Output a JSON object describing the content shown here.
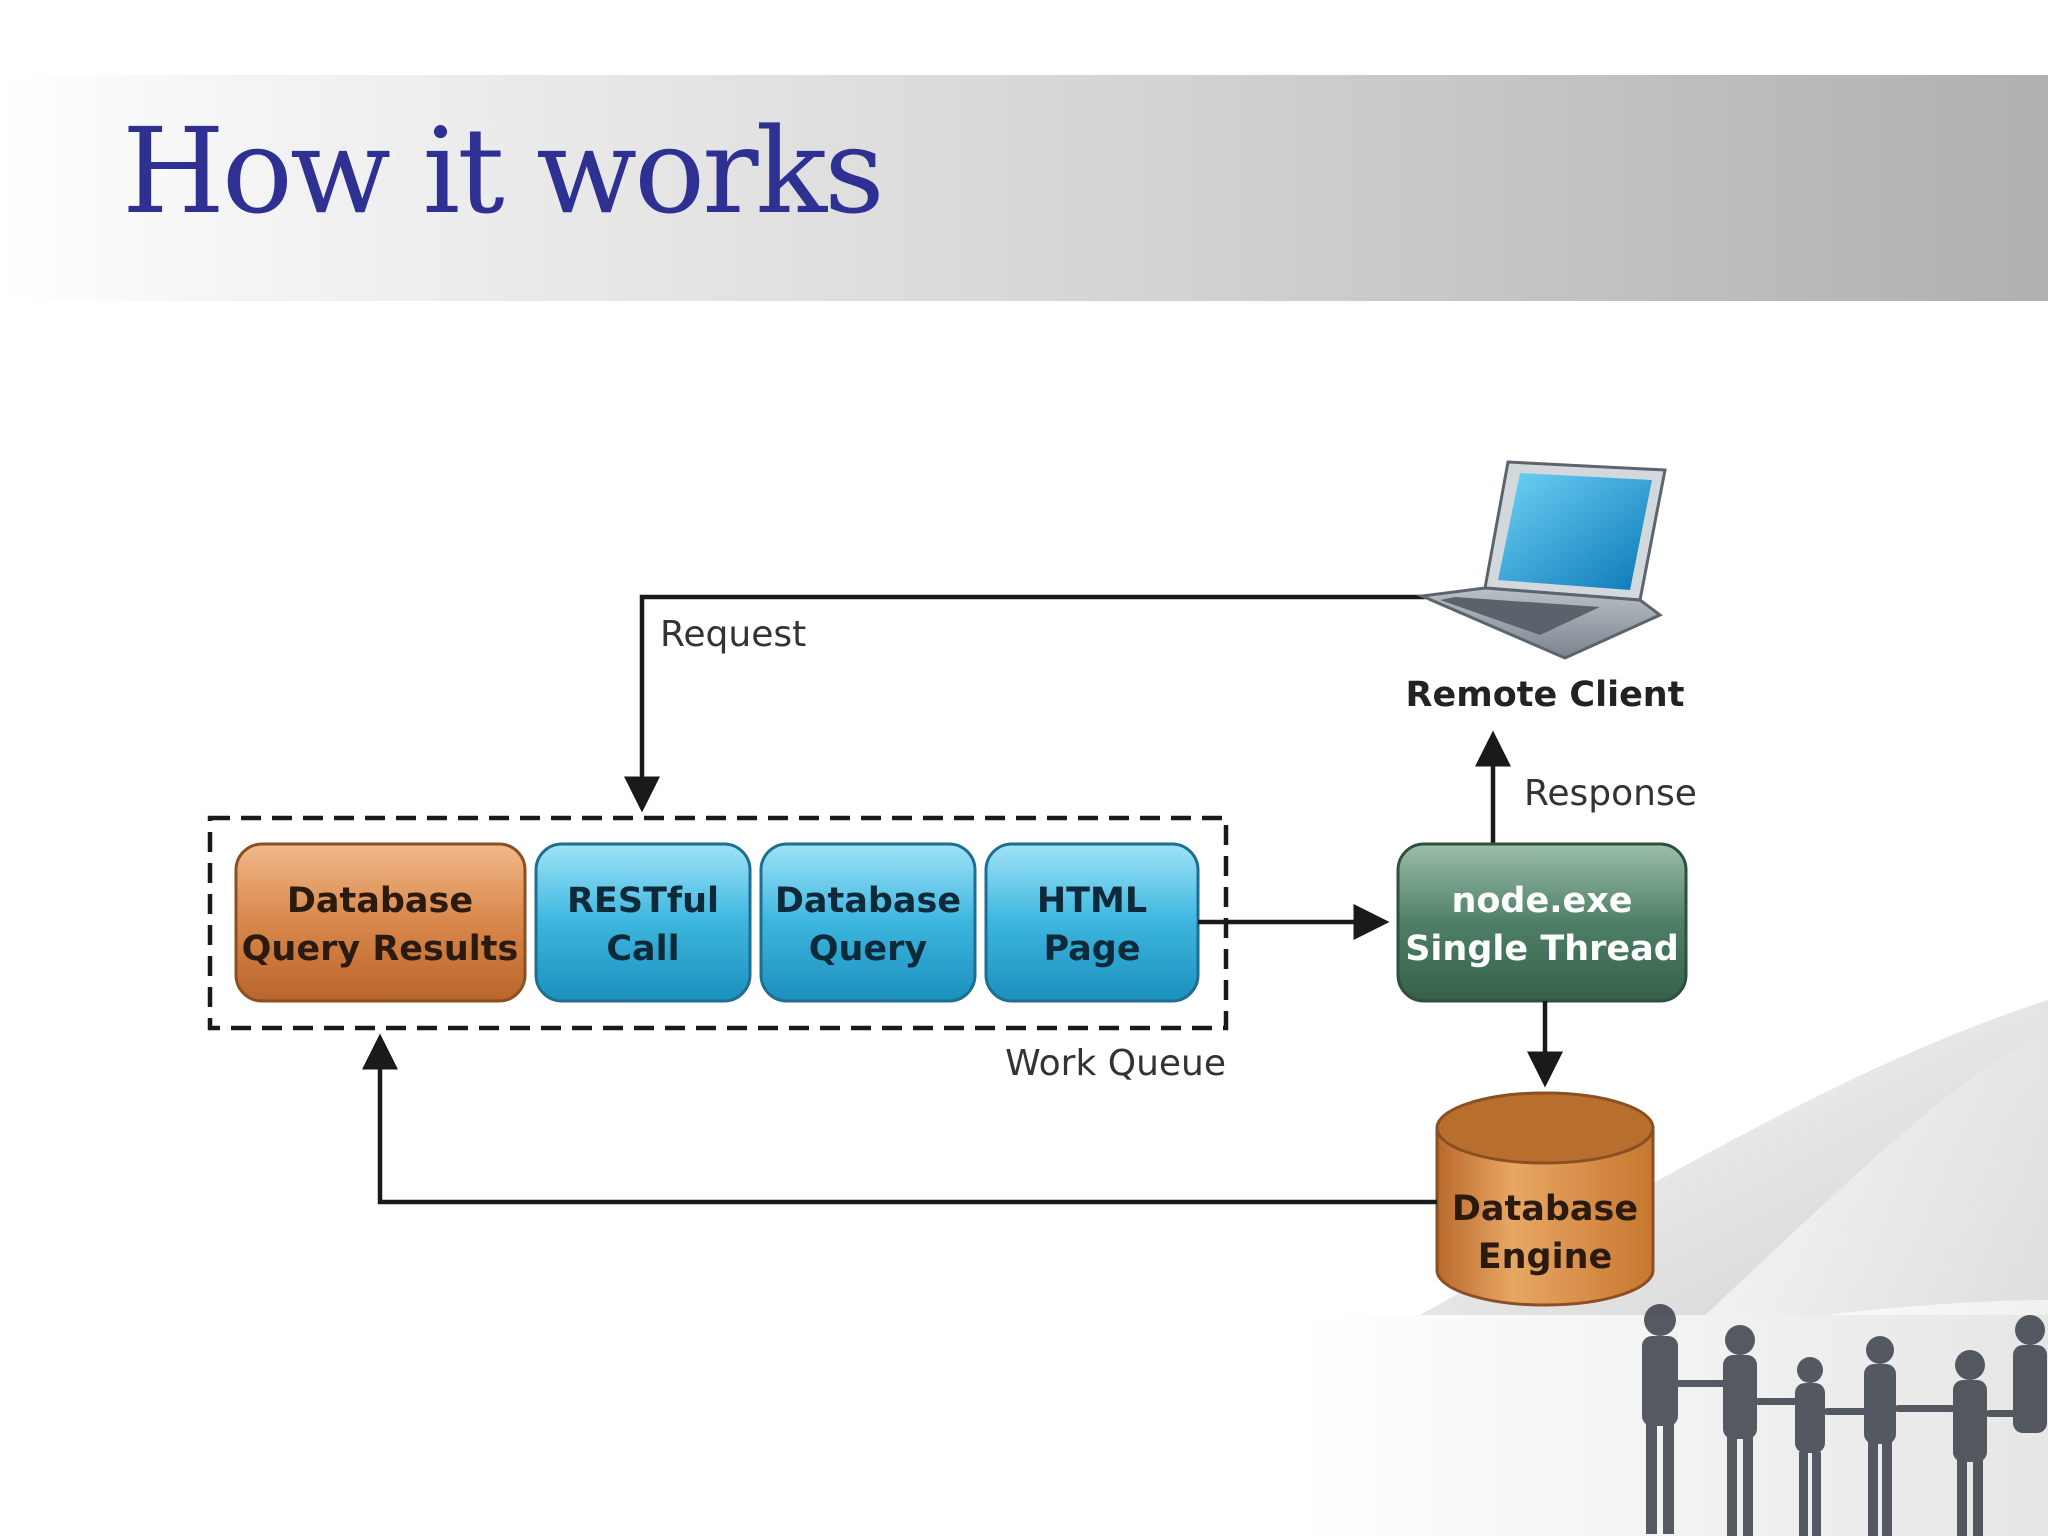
{
  "slide": {
    "title": "How it works"
  },
  "diagram": {
    "labels": {
      "request": "Request",
      "remote_client": "Remote Client",
      "response": "Response",
      "work_queue": "Work Queue"
    },
    "queue_items": [
      {
        "line1": "Database",
        "line2": "Query Results"
      },
      {
        "line1": "RESTful",
        "line2": "Call"
      },
      {
        "line1": "Database",
        "line2": "Query"
      },
      {
        "line1": "HTML",
        "line2": "Page"
      }
    ],
    "node": {
      "line1": "node.exe",
      "line2": "Single Thread"
    },
    "database_engine": {
      "line1": "Database",
      "line2": "Engine"
    }
  },
  "colors": {
    "title": "#2e3192",
    "queue_orange": "#d9874a",
    "queue_blue": "#3cb6de",
    "node_green": "#4f7f67",
    "db_orange": "#d6893f"
  }
}
